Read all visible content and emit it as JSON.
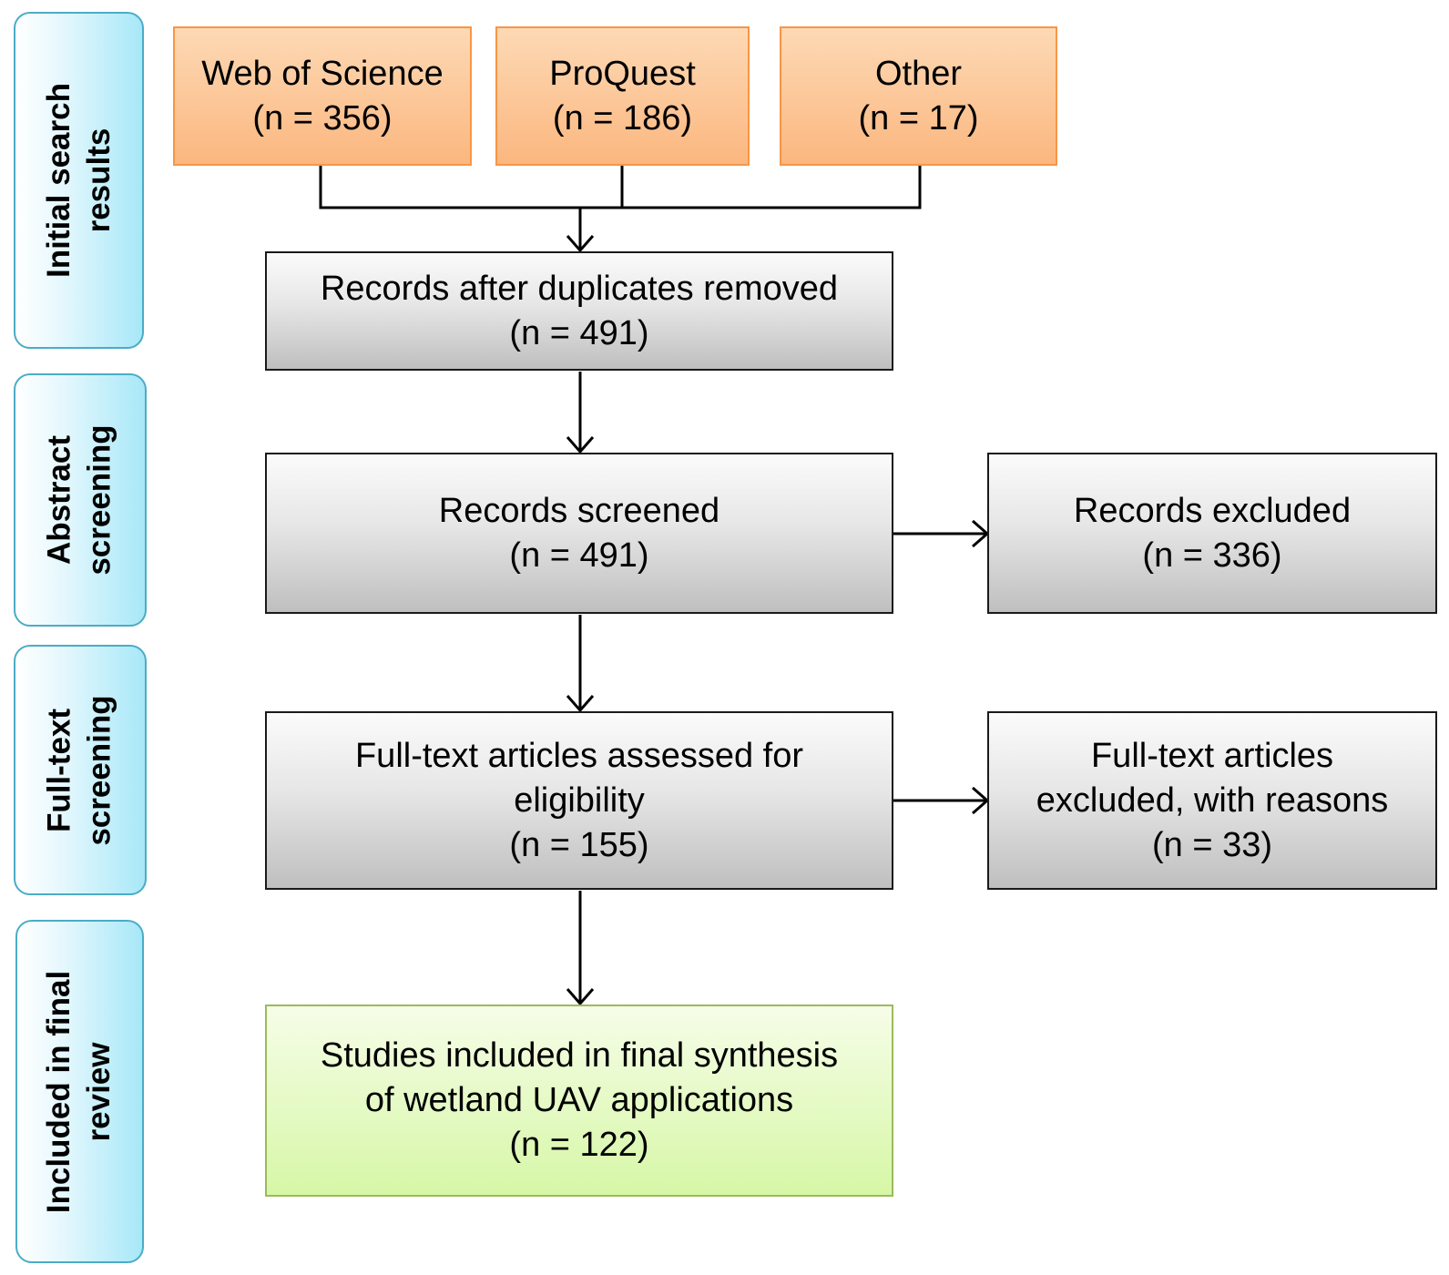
{
  "stages": [
    {
      "lines": [
        "Initial search",
        "results"
      ]
    },
    {
      "lines": [
        "Abstract",
        "screening"
      ]
    },
    {
      "lines": [
        "Full-text",
        "screening"
      ]
    },
    {
      "lines": [
        "Included in final",
        "review"
      ]
    }
  ],
  "sources": [
    {
      "lines": [
        "Web of Science",
        "(n = 356)"
      ]
    },
    {
      "lines": [
        "ProQuest",
        "(n = 186)"
      ]
    },
    {
      "lines": [
        "Other",
        "(n = 17)"
      ]
    }
  ],
  "steps": {
    "duplicates_removed": {
      "lines": [
        "Records after duplicates removed",
        "(n =  491)"
      ]
    },
    "screened": {
      "lines": [
        "Records screened",
        "(n = 491)"
      ]
    },
    "excluded": {
      "lines": [
        "Records excluded",
        "(n = 336)"
      ]
    },
    "assessed": {
      "lines": [
        "Full-text articles assessed for",
        "eligibility",
        "(n = 155)"
      ]
    },
    "fulltext_excluded": {
      "lines": [
        "Full-text articles",
        "excluded, with reasons",
        "(n = 33)"
      ]
    },
    "included": {
      "lines": [
        "Studies included in final synthesis",
        "of wetland UAV applications",
        "(n =  122)"
      ]
    }
  },
  "colors": {
    "stage_border": "#4bacc6",
    "source_border": "#f79646",
    "source_fill": "#fbb77f",
    "process_fill": "#d9d9d9",
    "final_border": "#9bbb59",
    "final_fill": "#d6f7a6",
    "connector": "#000000"
  }
}
